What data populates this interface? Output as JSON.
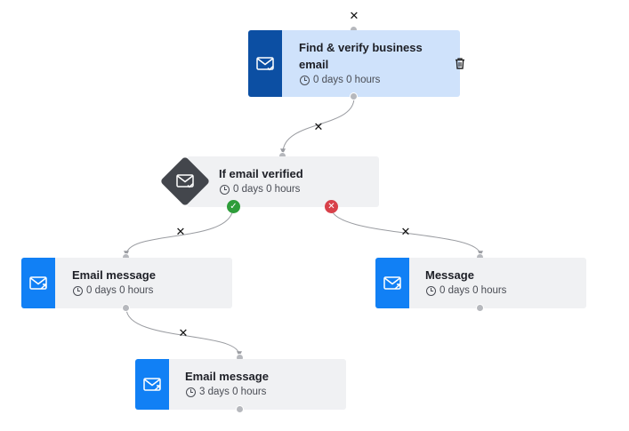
{
  "nodes": {
    "find_verify": {
      "title": "Find & verify business email",
      "delay": "0 days 0 hours",
      "icon": "mail-check-icon"
    },
    "if_email_verified": {
      "title": "If email verified",
      "delay": "0 days 0 hours",
      "icon": "mail-check-icon"
    },
    "email_message_1": {
      "title": "Email message",
      "delay": "0 days 0 hours",
      "icon": "mail-send-icon"
    },
    "message": {
      "title": "Message",
      "delay": "0 days 0 hours",
      "icon": "mail-send-icon"
    },
    "email_message_2": {
      "title": "Email message",
      "delay": "3 days 0 hours",
      "icon": "mail-send-icon"
    }
  },
  "branches": {
    "yes": "✓",
    "no": "✕"
  },
  "remove_glyph": "✕",
  "colors": {
    "accent": "#1180f5",
    "selected_bg": "#cfe2fb",
    "selected_icon": "#0c4fa3",
    "node_bg": "#f0f1f3",
    "yes": "#2e9d3a",
    "no": "#d8414a"
  }
}
